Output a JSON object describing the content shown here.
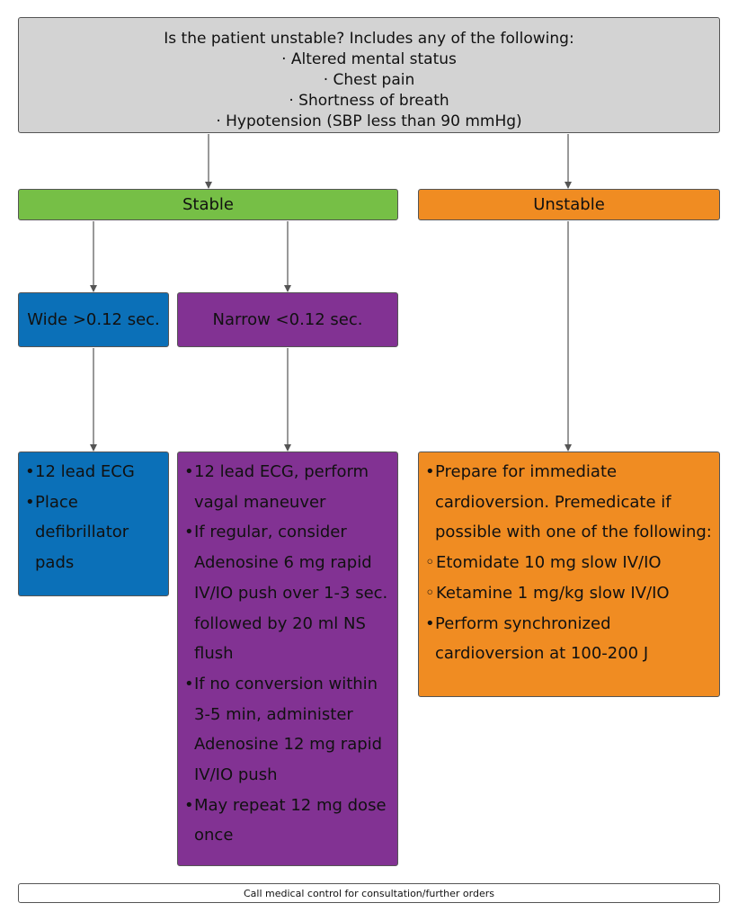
{
  "question": {
    "title": "Is the patient unstable? Includes any of the following:",
    "items": [
      "· Altered mental status",
      "· Chest pain",
      "· Shortness of breath",
      "· Hypotension (SBP less than 90 mmHg)"
    ]
  },
  "stable": {
    "label": "Stable"
  },
  "unstable": {
    "label": "Unstable",
    "items": [
      {
        "bullet": "•",
        "text": "Prepare for immediate cardioversion. Premedicate if possible with one of the following:"
      },
      {
        "bullet": "◦",
        "text": "Etomidate 10 mg slow IV/IO"
      },
      {
        "bullet": "◦",
        "text": "Ketamine 1 mg/kg slow IV/IO"
      },
      {
        "bullet": "•",
        "text": "Perform synchronized cardioversion at 100-200 J"
      }
    ]
  },
  "wide": {
    "label": "Wide >0.12 sec.",
    "items": [
      {
        "bullet": "•",
        "text": "12 lead ECG"
      },
      {
        "bullet": "•",
        "text": "Place defibrillator pads"
      }
    ]
  },
  "narrow": {
    "label": "Narrow <0.12 sec.",
    "items": [
      {
        "bullet": "•",
        "text": "12 lead ECG, perform vagal maneuver"
      },
      {
        "bullet": "•",
        "text": "If regular, consider Adenosine 6 mg rapid IV/IO push over 1-3 sec. followed by 20 ml NS flush"
      },
      {
        "bullet": "•",
        "text": "If no conversion within 3-5 min, administer Adenosine 12 mg rapid IV/IO push"
      },
      {
        "bullet": "•",
        "text": "May repeat 12 mg dose once"
      }
    ]
  },
  "footer": {
    "text": "Call medical control for consultation/further orders"
  },
  "colors": {
    "question_bg": "#d3d3d3",
    "stable": "#76bf46",
    "unstable": "#f08c22",
    "wide": "#0b70b8",
    "narrow": "#823293",
    "arrow": "#555555"
  }
}
